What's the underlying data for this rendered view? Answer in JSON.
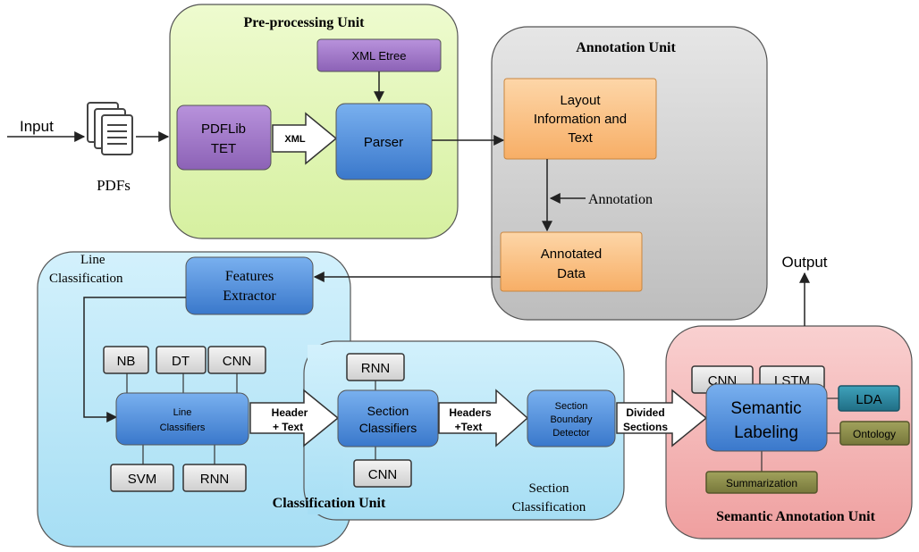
{
  "colors": {
    "preprocessing_bg": "#e4f7b9",
    "annotation_bg": "#d2d2d2",
    "classification_bg": "#bfe9f8",
    "semantic_bg": "#f4b8b8",
    "purple_box": "#a27bc6",
    "blue_box": "#4f8fdc",
    "orange_box": "#fbc48a",
    "gray_box": "#e6e6e6",
    "teal_box": "#2e88a0",
    "olive_box": "#8c8d4a"
  },
  "input": {
    "label": "Input",
    "pdfs_label": "PDFs"
  },
  "output": {
    "label": "Output"
  },
  "preprocessing": {
    "title": "Pre-processing Unit",
    "xml_etree": "XML Etree",
    "pdflib_line1": "PDFLib",
    "pdflib_line2": "TET",
    "xml_arrow": "XML",
    "parser": "Parser"
  },
  "annotation": {
    "title": "Annotation Unit",
    "layout_line1": "Layout",
    "layout_line2": "Information and",
    "layout_line3": "Text",
    "annotation_label": "Annotation",
    "annotated_line1": "Annotated",
    "annotated_line2": "Data"
  },
  "classification": {
    "title": "Classification Unit",
    "line_class_line1": "Line",
    "line_class_line2": "Classification",
    "features_line1": "Features",
    "features_line2": "Extractor",
    "nb": "NB",
    "dt": "DT",
    "cnn_top": "CNN",
    "line_classifiers_line1": "Line",
    "line_classifiers_line2": "Classifiers",
    "svm": "SVM",
    "rnn_bottom": "RNN",
    "header_text_line1": "Header",
    "header_text_line2": "+ Text",
    "rnn_top": "RNN",
    "section_classifiers_line1": "Section",
    "section_classifiers_line2": "Classifiers",
    "cnn_bottom": "CNN",
    "headers_text_line1": "Headers",
    "headers_text_line2": "+Text",
    "boundary_line1": "Section",
    "boundary_line2": "Boundary",
    "boundary_line3": "Detector",
    "section_class_line1": "Section",
    "section_class_line2": "Classification"
  },
  "semantic": {
    "title": "Semantic Annotation Unit",
    "divided_line1": "Divided",
    "divided_line2": "Sections",
    "cnn": "CNN",
    "lstm": "LSTM",
    "labeling_line1": "Semantic",
    "labeling_line2": "Labeling",
    "lda": "LDA",
    "ontology": "Ontology",
    "summarization": "Summarization"
  }
}
